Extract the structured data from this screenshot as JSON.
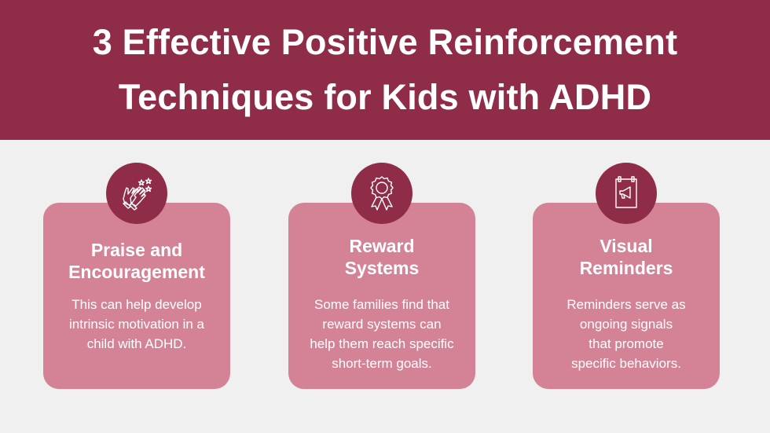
{
  "header": {
    "title_line1": "3 Effective Positive Reinforcement",
    "title_line2": "Techniques for Kids with ADHD"
  },
  "colors": {
    "primary": "#8f2c47",
    "card": "#d48396",
    "background": "#f0f0f0",
    "text": "#ffffff"
  },
  "cards": [
    {
      "icon": "clapping-hands-icon",
      "title_line1": "Praise and",
      "title_line2": "Encouragement",
      "body": [
        "This can help develop",
        "intrinsic motivation in a",
        "child with ADHD."
      ]
    },
    {
      "icon": "award-ribbon-icon",
      "title_line1": "Reward",
      "title_line2": "Systems",
      "body": [
        "Some families find that",
        "reward systems can",
        "help them reach specific",
        "short-term goals."
      ]
    },
    {
      "icon": "megaphone-notepad-icon",
      "title_line1": "Visual",
      "title_line2": "Reminders",
      "body": [
        "Reminders serve as",
        "ongoing signals",
        "that promote",
        "specific behaviors."
      ]
    }
  ]
}
